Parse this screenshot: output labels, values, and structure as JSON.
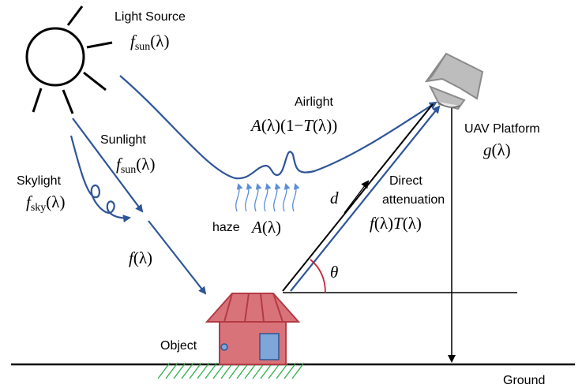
{
  "labels": {
    "light_source": "Light Source",
    "airlight": "Airlight",
    "sunlight": "Sunlight",
    "skylight": "Skylight",
    "uav_platform": "UAV Platform",
    "direct": "Direct",
    "attenuation": "attenuation",
    "haze": "haze",
    "object": "Object",
    "ground": "Ground"
  },
  "formulas": {
    "f_italic": "f",
    "sun_sub": "sun",
    "sky_sub": "sky",
    "lambda_paren": "(λ)",
    "airlight_A": "A",
    "airlight_rest": "(λ)(1−",
    "airlight_T": "T",
    "airlight_end": "(λ))",
    "g_expr": "g",
    "d": "d",
    "direct_f": "f",
    "direct_mid": "(λ)",
    "direct_T": "T",
    "haze_A": "A",
    "object_f": "f",
    "theta": "θ"
  },
  "colors": {
    "ray": "#2e5597",
    "haze": "#5b8ed6",
    "house_fill": "#d9737a",
    "house_stroke": "#b43a44",
    "door": "#7fa6d9",
    "grass": "#2fb04a",
    "angle_arc": "#c8263a",
    "uav_body": "#bdbdbd",
    "uav_stroke": "#8a8a8a"
  }
}
